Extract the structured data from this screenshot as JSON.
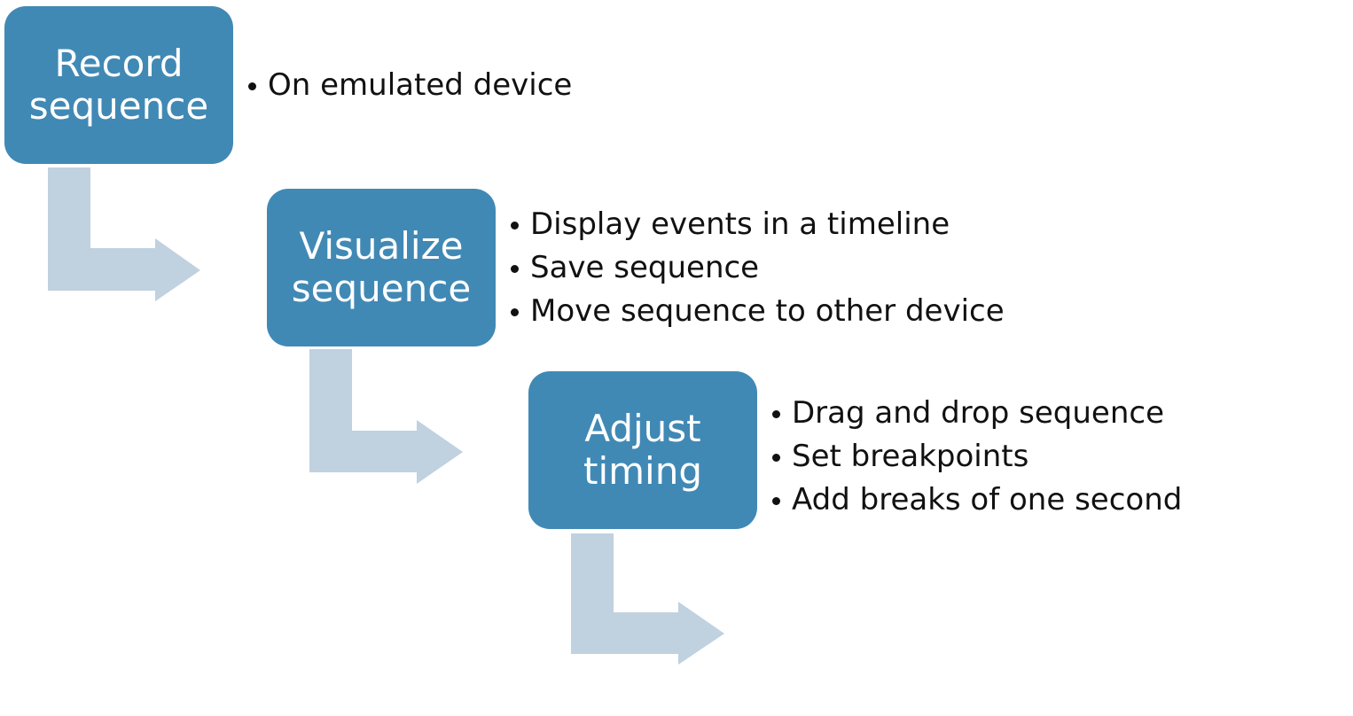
{
  "colors": {
    "box_fill": "#4189b5",
    "arrow_fill": "#c0d1e0",
    "box_text": "#ffffff",
    "body_text": "#111111"
  },
  "steps": [
    {
      "title_lines": [
        "Record",
        "sequence"
      ],
      "bullets": [
        "On emulated device"
      ]
    },
    {
      "title_lines": [
        "Visualize",
        "sequence"
      ],
      "bullets": [
        "Display events in a timeline",
        "Save sequence",
        "Move sequence to other device"
      ]
    },
    {
      "title_lines": [
        "Adjust",
        "timing"
      ],
      "bullets": [
        "Drag and drop sequence",
        "Set breakpoints",
        "Add breaks of one second"
      ]
    }
  ]
}
